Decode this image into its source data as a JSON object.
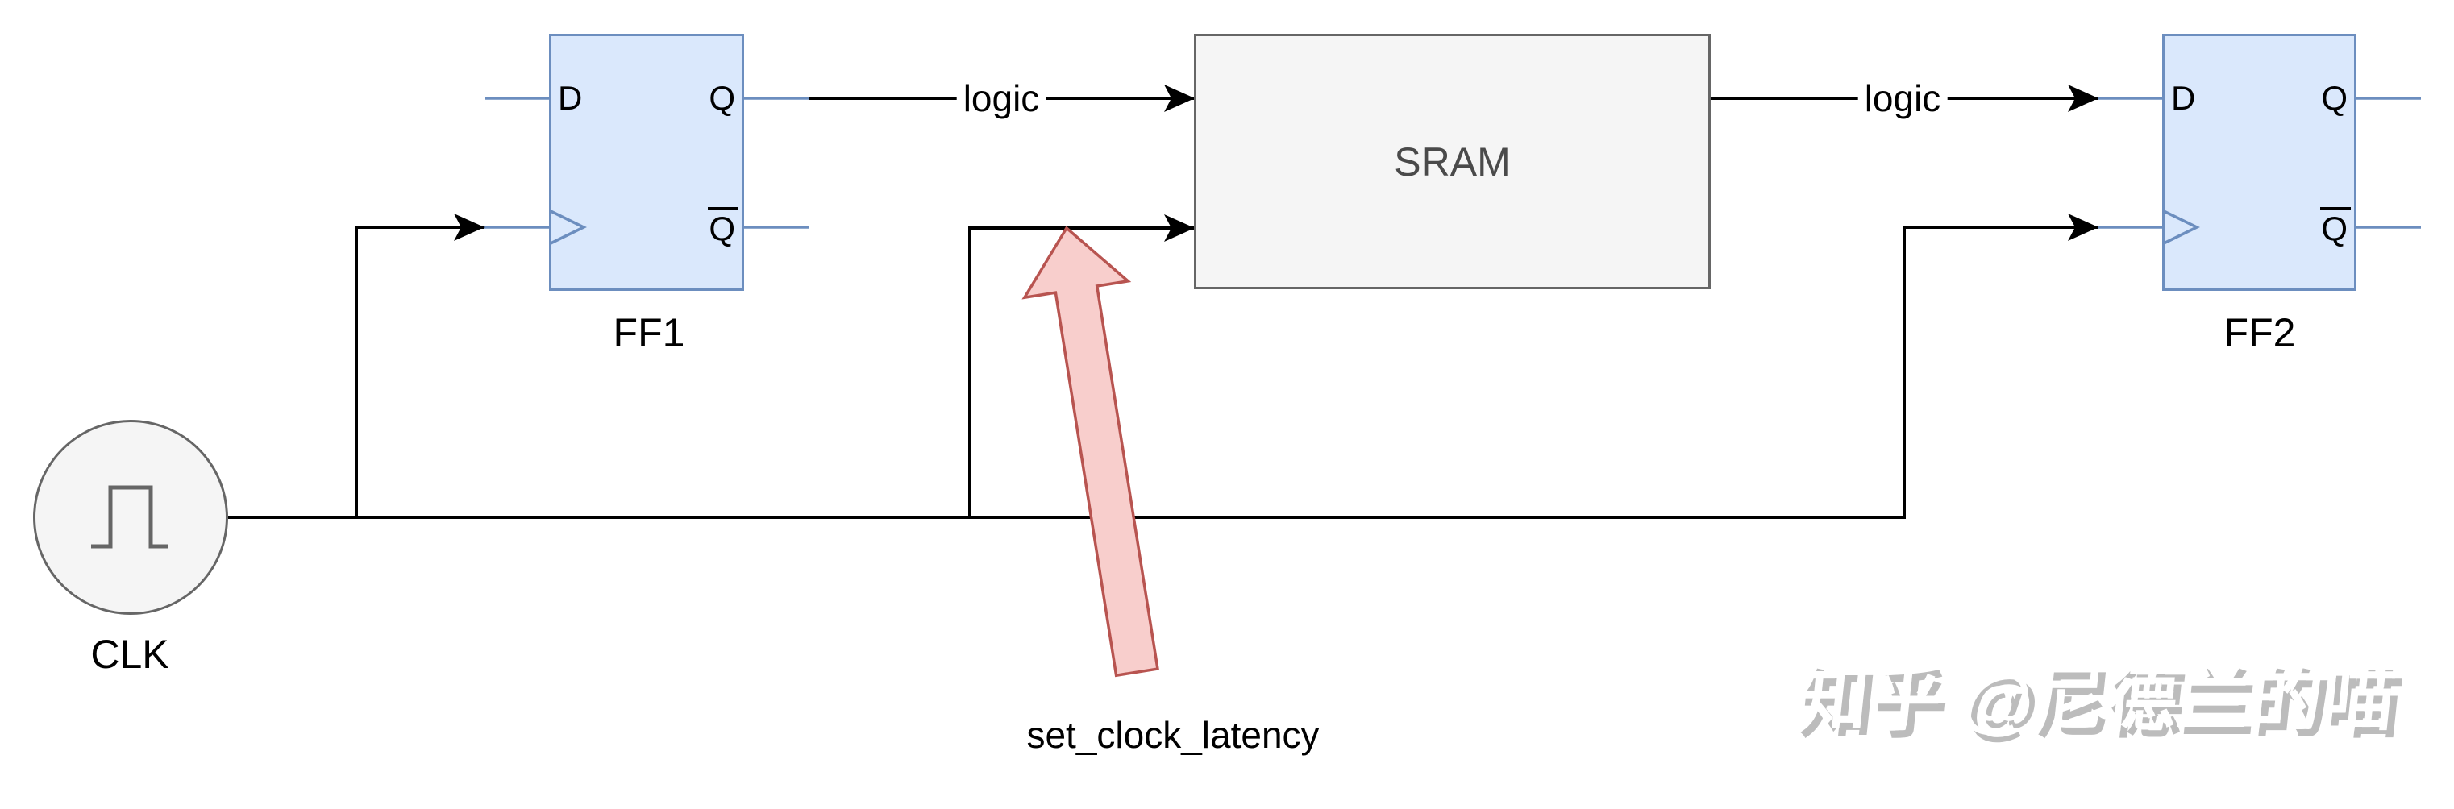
{
  "diagram": {
    "clk": {
      "label": "CLK"
    },
    "ff1": {
      "label": "FF1",
      "port_d": "D",
      "port_q": "Q",
      "port_qn": "Q"
    },
    "ff2": {
      "label": "FF2",
      "port_d": "D",
      "port_q": "Q",
      "port_qn": "Q"
    },
    "sram": {
      "label": "SRAM"
    },
    "wire_labels": {
      "logic_left": "logic",
      "logic_right": "logic"
    },
    "annotation": {
      "label": "set_clock_latency"
    },
    "colors": {
      "ff_fill": "#DAE8FC",
      "ff_border": "#6C8EBF",
      "block_fill": "#F5F5F5",
      "block_border": "#666666",
      "arrow_fill": "#F8CECC",
      "arrow_border": "#B85450",
      "wire": "#000000",
      "watermark_gray": "#BCBCBC"
    }
  },
  "watermark": {
    "text": "知乎 @尼德兰的喵"
  }
}
